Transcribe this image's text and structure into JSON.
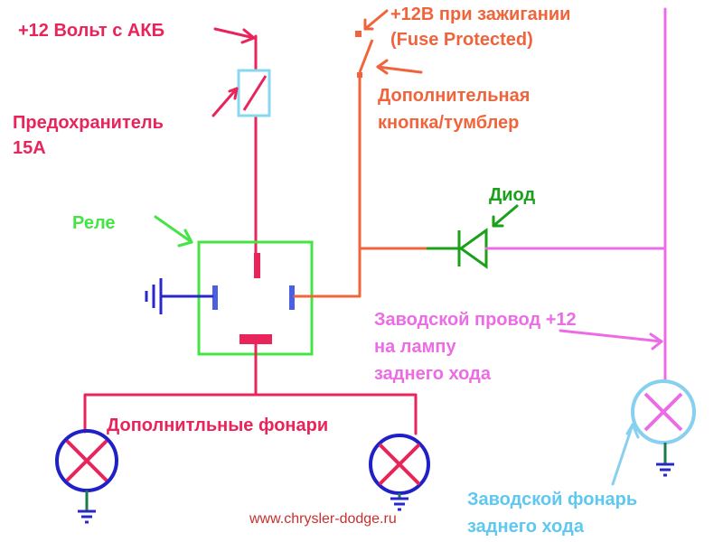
{
  "labels": {
    "battery": "+12 Вольт с АКБ",
    "fuse_line1": "Предохранитель",
    "fuse_line2": "15А",
    "relay": "Реле",
    "ignition_line1": "+12В при зажигании",
    "ignition_line2": "(Fuse Protected)",
    "switch_line1": "Дополнительная",
    "switch_line2": "кнопка/тумблер",
    "diode": "Диод",
    "factory_wire_line1": "Заводской провод +12",
    "factory_wire_line2": "на лампу",
    "factory_wire_line3": "заднего хода",
    "extra_lamps": "Дополнитльные фонари",
    "factory_lamp_line1": "Заводской фонарь",
    "factory_lamp_line2": "заднего хода",
    "watermark": "www.chrysler-dodge.ru"
  },
  "colors": {
    "battery_wire": "#e8245a",
    "ignition_wire": "#f0643c",
    "diode": "#1aa01a",
    "factory_wire": "#ec6ce6",
    "relay_box": "#44e444",
    "fuse_box": "#88d8f0",
    "ground": "#2828c8",
    "lamp_ring": "#2020c8",
    "lamp_cross": "#e8245a",
    "factory_lamp_ring": "#88d0f0",
    "factory_lamp_cross": "#ec6ce6",
    "watermark": "#c83030"
  }
}
